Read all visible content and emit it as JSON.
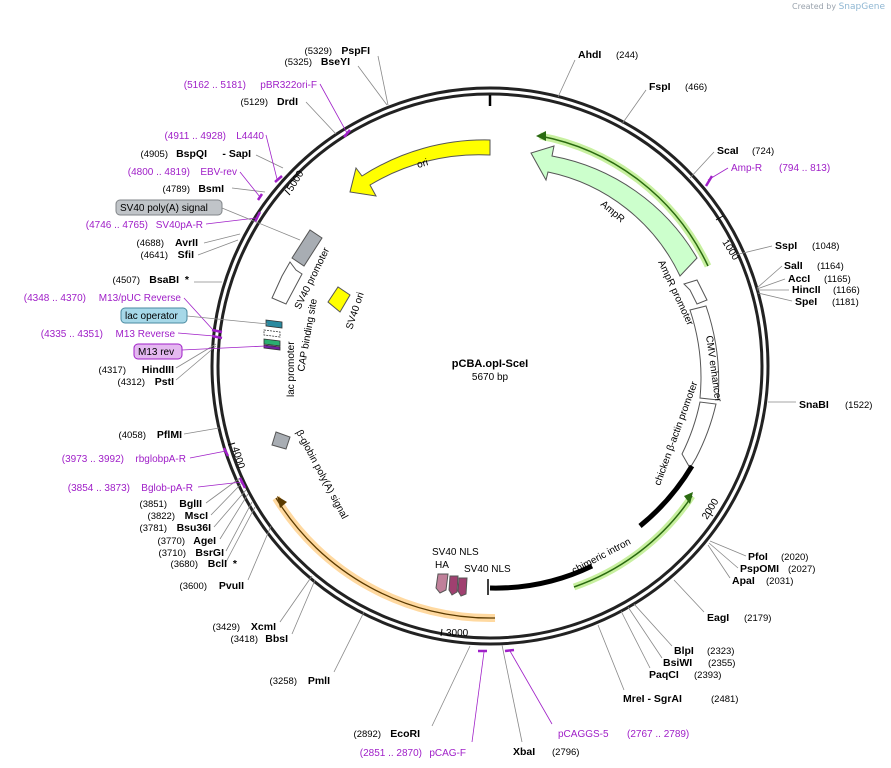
{
  "credit": {
    "prefix": "Created by",
    "brand": "SnapGene"
  },
  "plasmid": {
    "name": "pCBA.opI-SceI",
    "length": "5670 bp"
  },
  "ruler": [
    "1000",
    "2000",
    "3000",
    "4000",
    "5000"
  ],
  "right_sites": [
    {
      "name": "AhdI",
      "pos": "(244)"
    },
    {
      "name": "FspI",
      "pos": "(466)"
    },
    {
      "name": "ScaI",
      "pos": "(724)"
    },
    {
      "name": "SspI",
      "pos": "(1048)"
    },
    {
      "name": "SalI",
      "pos": "(1164)"
    },
    {
      "name": "AccI",
      "pos": "(1165)"
    },
    {
      "name": "HincII",
      "pos": "(1166)"
    },
    {
      "name": "SpeI",
      "pos": "(1181)"
    },
    {
      "name": "SnaBI",
      "pos": "(1522)"
    },
    {
      "name": "PfoI",
      "pos": "(2020)"
    },
    {
      "name": "PspOMI",
      "pos": "(2027)"
    },
    {
      "name": "ApaI",
      "pos": "(2031)"
    },
    {
      "name": "EagI",
      "pos": "(2179)"
    },
    {
      "name": "BlpI",
      "pos": "(2323)"
    },
    {
      "name": "BsiWI",
      "pos": "(2355)"
    },
    {
      "name": "PaqCI",
      "pos": "(2393)"
    },
    {
      "name": "MreI - SgrAI",
      "pos": "(2481)"
    },
    {
      "name": "XbaI",
      "pos": "(2796)"
    }
  ],
  "left_sites": [
    {
      "name": "PspFI",
      "pos": "(5329)"
    },
    {
      "name": "BseYI",
      "pos": "(5325)"
    },
    {
      "name": "DrdI",
      "pos": "(5129)"
    },
    {
      "name": "BspQI",
      "name2": "- SapI",
      "pos": "(4905)"
    },
    {
      "name": "BsmI",
      "pos": "(4789)"
    },
    {
      "name": "AvrII",
      "pos": "(4688)"
    },
    {
      "name": "SfiI",
      "pos": "(4641)"
    },
    {
      "name": "BsaBI",
      "mark": "*",
      "pos": "(4507)"
    },
    {
      "name": "HindIII",
      "pos": "(4317)"
    },
    {
      "name": "PstI",
      "pos": "(4312)"
    },
    {
      "name": "PflMI",
      "pos": "(4058)"
    },
    {
      "name": "BglII",
      "pos": "(3851)"
    },
    {
      "name": "MscI",
      "pos": "(3822)"
    },
    {
      "name": "Bsu36I",
      "pos": "(3781)"
    },
    {
      "name": "AgeI",
      "pos": "(3770)"
    },
    {
      "name": "BsrGI",
      "pos": "(3710)"
    },
    {
      "name": "BclI",
      "mark": "*",
      "pos": "(3680)"
    },
    {
      "name": "PvuII",
      "pos": "(3600)"
    },
    {
      "name": "XcmI",
      "pos": "(3429)"
    },
    {
      "name": "BbsI",
      "pos": "(3418)"
    },
    {
      "name": "PmlI",
      "pos": "(3258)"
    },
    {
      "name": "EcoRI",
      "pos": "(2892)"
    }
  ],
  "primers": [
    {
      "name": "Amp-R",
      "range": "(794 .. 813)"
    },
    {
      "name": "pBR322ori-F",
      "range": "(5162 .. 5181)"
    },
    {
      "name": "L4440",
      "range": "(4911 .. 4928)"
    },
    {
      "name": "EBV-rev",
      "range": "(4800 .. 4819)"
    },
    {
      "name": "SV40pA-R",
      "range": "(4746 .. 4765)"
    },
    {
      "name": "M13/pUC Reverse",
      "range": "(4348 .. 4370)"
    },
    {
      "name": "M13 Reverse",
      "range": "(4335 .. 4351)"
    },
    {
      "name": "rbglobpA-R",
      "range": "(3973 .. 3992)"
    },
    {
      "name": "Bglob-pA-R",
      "range": "(3854 .. 3873)"
    },
    {
      "name": "pCAG-F",
      "range": "(2851 .. 2870)"
    },
    {
      "name": "pCAGGS-5",
      "range": "(2767 .. 2789)"
    }
  ],
  "boxed_labels": [
    {
      "name": "SV40 poly(A) signal",
      "fill": "#c0c4c8",
      "stroke": "#808488"
    },
    {
      "name": "lac operator",
      "fill": "#a6d8e8",
      "stroke": "#4a8aa0"
    },
    {
      "name": "M13 rev",
      "fill": "#e4b8f0",
      "stroke": "#a020c8"
    }
  ],
  "features": {
    "ori": "ori",
    "ampr": "AmpR",
    "ampr_promoter": "AmpR promoter",
    "cmv_enhancer": "CMV enhancer",
    "chicken_promoter": "chicken β-actin promoter",
    "chimeric_intron": "chimeric intron",
    "sv40_nls": "SV40 NLS",
    "sv40_nls2": "SV40 NLS",
    "ha": "HA",
    "beta_globin": "β-globin poly(A) signal",
    "lac_promoter": "lac promoter",
    "cap_site": "CAP binding site",
    "sv40_promoter": "SV40 promoter",
    "sv40_ori": "SV40 ori"
  },
  "colors": {
    "ori": "#ffff00",
    "ampr": "#ccffcc",
    "primer": "#a020c8",
    "highlight_green": "#c8f0a0",
    "highlight_orange": "#ffd9a0",
    "polyA": "#a8adb3"
  }
}
